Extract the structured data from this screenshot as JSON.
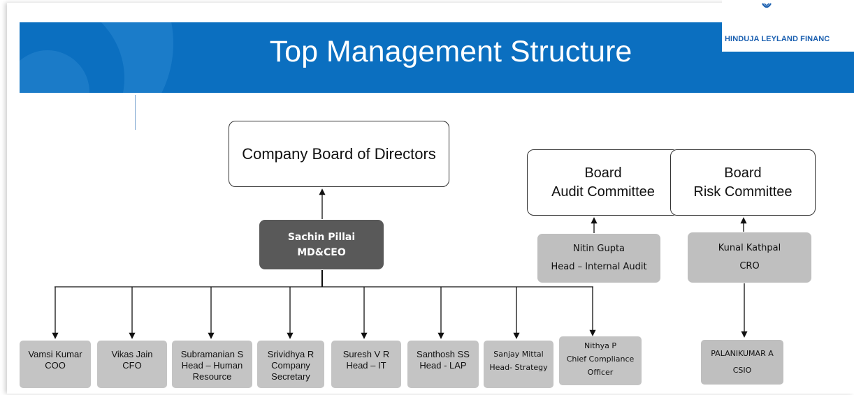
{
  "title": "Top Management Structure",
  "logo": {
    "text": "HINDUJA LEYLAND FINANC"
  },
  "colors": {
    "banner": "#0b6fc0",
    "ceo_box": "#595959",
    "grey_box": "#c4c4c4"
  },
  "boards": {
    "main": "Company Board of Directors",
    "audit": [
      "Board",
      "Audit Committee"
    ],
    "risk": [
      "Board",
      "Risk Committee"
    ]
  },
  "ceo": {
    "name": "Sachin Pillai",
    "role": "MD&CEO"
  },
  "audit_head": {
    "name": "Nitin Gupta",
    "role": "Head – Internal Audit"
  },
  "risk_head": {
    "name": "Kunal Kathpal",
    "role": "CRO"
  },
  "ciso": {
    "name": "PALANIKUMAR A",
    "role": "CSIO"
  },
  "direct_reports": [
    {
      "lines": [
        "Vamsi Kumar",
        "COO"
      ]
    },
    {
      "lines": [
        "Vikas Jain",
        "CFO"
      ]
    },
    {
      "lines": [
        "Subramanian S",
        "Head – Human",
        "Resource"
      ]
    },
    {
      "lines": [
        "Srividhya R",
        "Company",
        "Secretary"
      ]
    },
    {
      "lines": [
        "Suresh V R",
        "Head – IT"
      ]
    },
    {
      "lines": [
        "Santhosh SS",
        "Head - LAP"
      ]
    },
    {
      "lines": [
        "Sanjay Mittal",
        "Head- Strategy"
      ]
    },
    {
      "lines": [
        "Nithya P",
        "Chief Compliance",
        "Officer"
      ]
    }
  ]
}
